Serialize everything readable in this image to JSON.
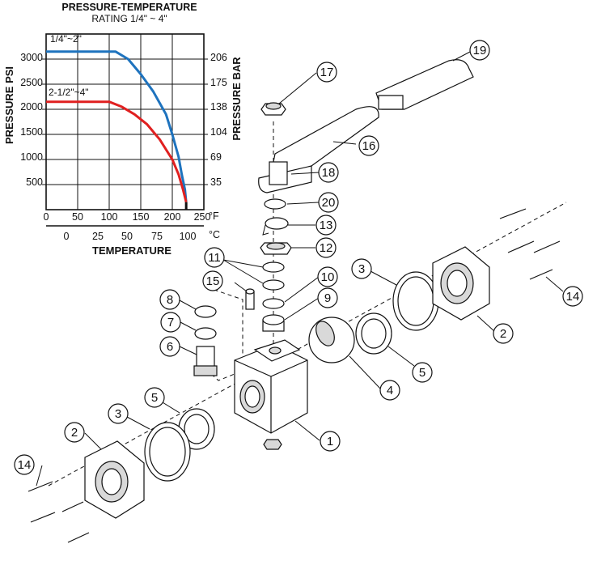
{
  "chart": {
    "title_line1": "PRESSURE-TEMPERATURE",
    "title_line2": "RATING  1/4\" ~ 4\"",
    "ylabel_left": "PRESSURE PSI",
    "ylabel_right": "PRESSURE BAR",
    "xlabel": "TEMPERATURE",
    "unit_f": "°F",
    "unit_c": "°C",
    "psi_ticks": [
      "3000",
      "2500",
      "2000",
      "1500",
      "1000",
      "500"
    ],
    "bar_ticks": [
      "206",
      "175",
      "138",
      "104",
      "69",
      "35"
    ],
    "f_ticks": [
      "0",
      "50",
      "100",
      "150",
      "200",
      "250"
    ],
    "c_ticks": [
      "0",
      "25",
      "50",
      "75",
      "100"
    ]
  },
  "chart_data": {
    "type": "line",
    "title": "PRESSURE-TEMPERATURE RATING 1/4\" ~ 4\"",
    "xlabel": "TEMPERATURE",
    "ylabel": "PRESSURE PSI",
    "xlim": [
      0,
      250
    ],
    "ylim": [
      0,
      3500
    ],
    "grid": true,
    "series": [
      {
        "name": "1/4\"~2\"",
        "color": "#1e73be",
        "x": [
          0,
          110,
          130,
          150,
          170,
          190,
          200,
          210,
          215,
          220,
          222
        ],
        "y": [
          3150,
          3150,
          3000,
          2700,
          2350,
          1900,
          1500,
          1050,
          700,
          400,
          150
        ]
      },
      {
        "name": "2-1/2\"~4\"",
        "color": "#e02020",
        "x": [
          0,
          100,
          120,
          140,
          160,
          180,
          200,
          210,
          217,
          222
        ],
        "y": [
          2150,
          2150,
          2050,
          1900,
          1700,
          1400,
          1000,
          700,
          400,
          150
        ]
      }
    ]
  },
  "callouts": [
    "1",
    "2",
    "2",
    "3",
    "3",
    "4",
    "5",
    "5",
    "6",
    "7",
    "8",
    "9",
    "10",
    "11",
    "12",
    "13",
    "14",
    "14",
    "15",
    "16",
    "17",
    "18",
    "19",
    "20"
  ]
}
